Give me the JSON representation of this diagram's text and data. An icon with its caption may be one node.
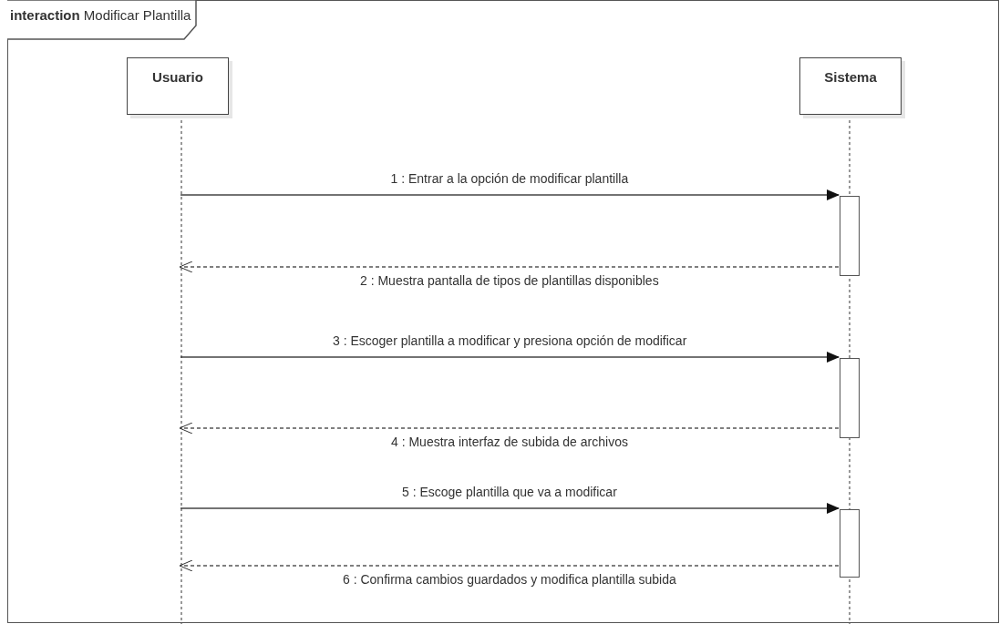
{
  "diagram": {
    "nodes": [
      {
        "text": [
          "**interaction** Modificar Plantilla"
        ]
      },
      {
        "text": [
          "Usuario"
        ],
        "in": 0
      },
      {
        "text": [
          "Sistema"
        ],
        "in": 0
      },
      {
        "text": [],
        "shape": "bar",
        "in": 2
      },
      {
        "text": [],
        "shape": "bar",
        "in": 2
      },
      {
        "text": [],
        "shape": "bar",
        "in": 2
      }
    ],
    "edges": [
      {
        "from": 1,
        "to": 3,
        "arrow": "to",
        "label": "1 : Entrar a la opción de modificar plantilla"
      },
      {
        "from": 3,
        "to": 1,
        "arrow": "to",
        "style": "dashed",
        "label": "2 : Muestra pantalla de tipos de plantillas disponibles"
      },
      {
        "from": 1,
        "to": 4,
        "arrow": "to",
        "label": "3 : Escoger plantilla a modificar y presiona opción de modificar"
      },
      {
        "from": 4,
        "to": 1,
        "arrow": "to",
        "style": "dashed",
        "label": "4 : Muestra interfaz de subida de archivos"
      },
      {
        "from": 1,
        "to": 5,
        "arrow": "to",
        "label": "5 : Escoge plantilla que va a modificar"
      },
      {
        "from": 5,
        "to": 1,
        "arrow": "to",
        "style": "dashed",
        "label": "6 : Confirma cambios guardados y modifica plantilla subida"
      }
    ]
  }
}
